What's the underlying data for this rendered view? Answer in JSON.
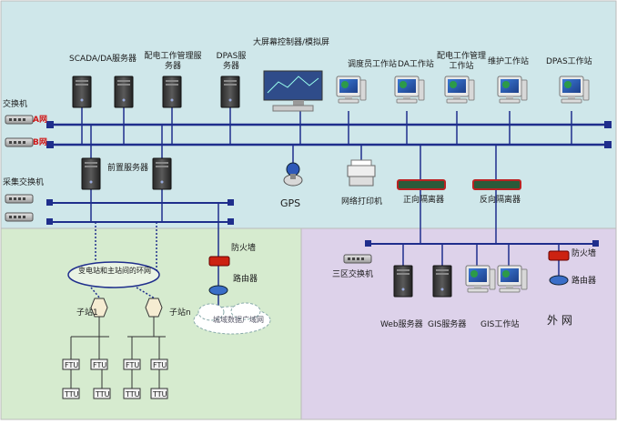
{
  "labels": {
    "switch": "交换机",
    "net_a": "A网",
    "net_b": "B网",
    "scada": "SCADA/DA服务器",
    "dist_mgmt_server": "配电工作管理服务器",
    "dpas_server": "DPAS服务器",
    "big_screen": "大屏幕控制器/模拟屏",
    "dispatcher_ws": "调度员工作站",
    "da_ws": "DA工作站",
    "dist_mgmt_ws": "配电工作管理工作站",
    "maint_ws": "维护工作站",
    "dpas_ws": "DPAS工作站",
    "front_server": "前置服务器",
    "collect_switch": "采集交换机",
    "gps": "GPS",
    "net_printer": "网络打印机",
    "forward_isolator": "正向隔离器",
    "reverse_isolator": "反向隔离器",
    "firewall": "防火墙",
    "router": "路由器",
    "ring_net": "变电站和主站间的环网",
    "substation1": "子站1",
    "substation_n": "子站n",
    "wan": "城域数据广域网",
    "ftu": "FTU",
    "ttu": "TTU",
    "zone3_switch": "三区交换机",
    "web_server": "Web服务器",
    "gis_server": "GIS服务器",
    "gis_ws": "GIS工作站",
    "firewall2": "防火墙",
    "router2": "路由器",
    "outer_net": "外 网"
  },
  "colors": {
    "zone_top": "#cfe7ea",
    "zone_left": "#d6ebcf",
    "zone_right": "#ddd2ea",
    "bus": "#1f2e8c",
    "red": "#d01818"
  }
}
